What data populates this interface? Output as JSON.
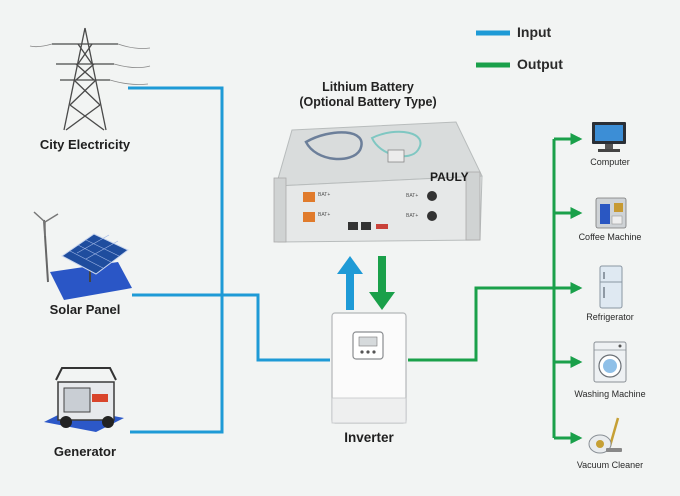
{
  "legend": {
    "input": "Input",
    "output": "Output"
  },
  "colors": {
    "input": "#1e9ad6",
    "output": "#1aa04a"
  },
  "battery": {
    "title_line1": "Lithium Battery",
    "title_line2": "(Optional Battery Type)",
    "brand": "PAULY",
    "terminal_label": "BAT+"
  },
  "sources": {
    "city": "City Electricity",
    "solar": "Solar Panel",
    "generator": "Generator"
  },
  "inverter": {
    "label": "Inverter"
  },
  "devices": {
    "computer": "Computer",
    "coffee": "Coffee Machine",
    "fridge": "Refrigerator",
    "washer": "Washing Machine",
    "vacuum": "Vacuum Cleaner"
  }
}
